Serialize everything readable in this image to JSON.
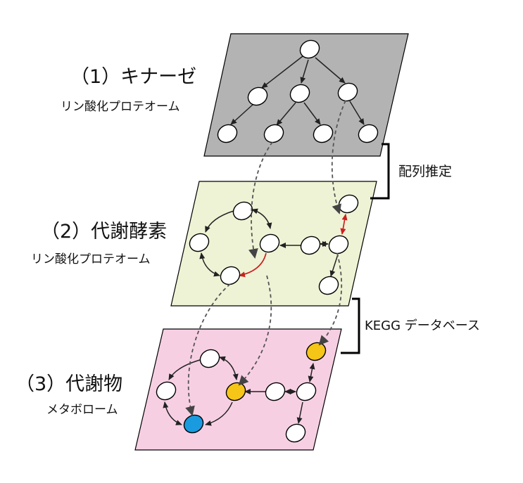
{
  "layers": [
    {
      "title": "（1）キナーゼ",
      "subtitle": "リン酸化プロテオーム",
      "fill": "#b3b3b3"
    },
    {
      "title": "（2）代謝酵素",
      "subtitle": "リン酸化プロテオーム",
      "fill": "#eef3d5"
    },
    {
      "title": "（3）代謝物",
      "subtitle": "メタボローム",
      "fill": "#f7cfe3"
    }
  ],
  "brackets": [
    {
      "label": "配列推定"
    },
    {
      "label": "KEGG データベース"
    }
  ],
  "colors": {
    "node_default": "#ffffff",
    "node_highlight_yellow": "#f5c518",
    "node_highlight_blue": "#1a9be0",
    "arrow_dark": "#222222",
    "arrow_red": "#cc1f1f",
    "link_dashed": "#555555"
  }
}
